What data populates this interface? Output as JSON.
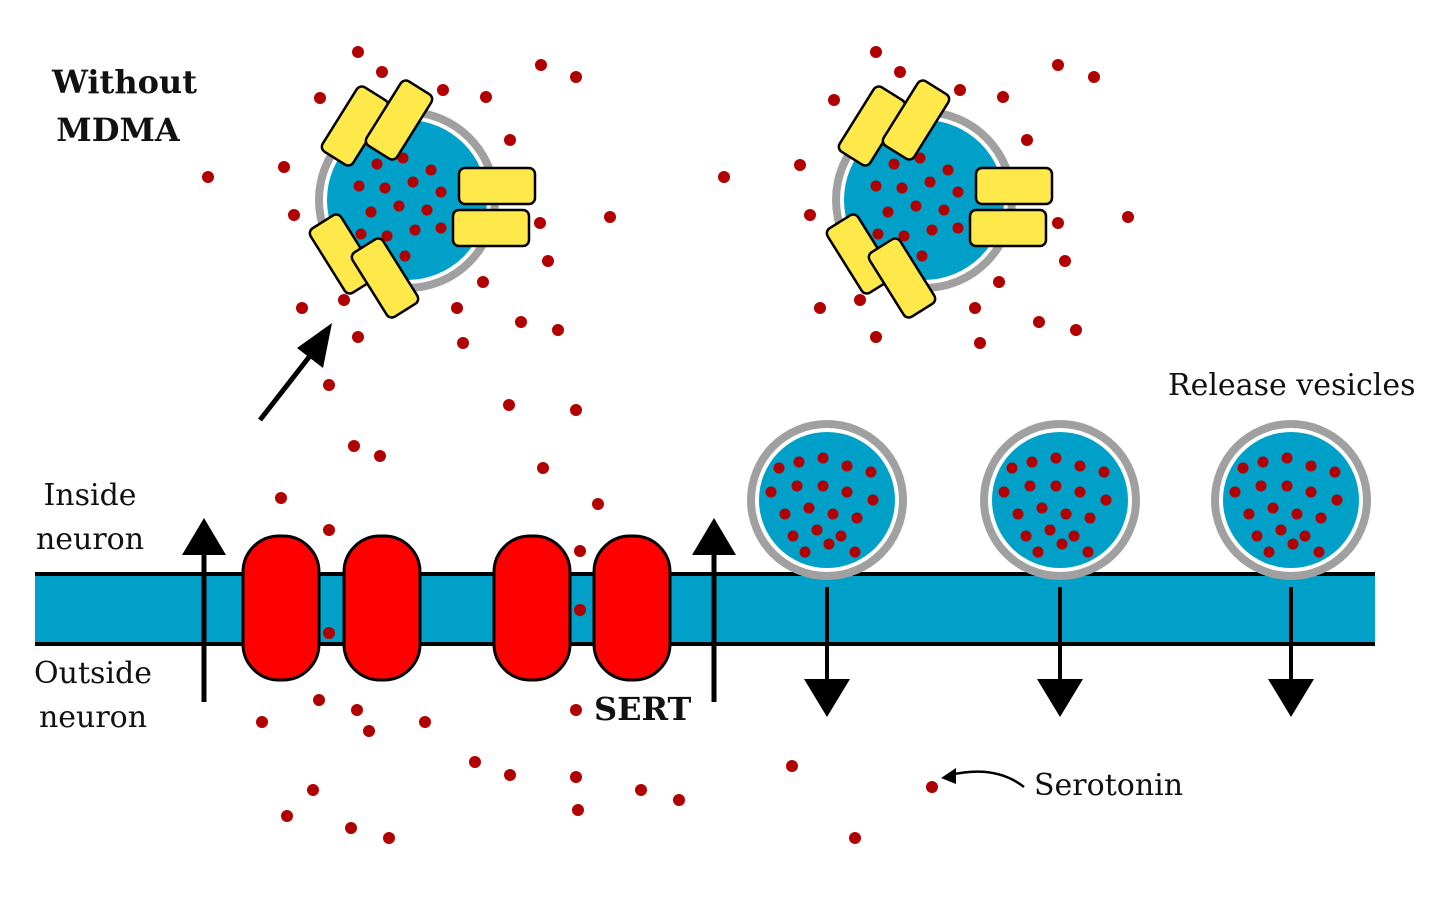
{
  "labels": {
    "without_mdma": "Without\nMDMA",
    "release_vesicles": "Release vesicles",
    "inside_neuron": "Inside\nneuron",
    "outside_neuron": "Outside\nneuron",
    "sert": "SERT",
    "serotonin": "Serotonin"
  },
  "colors": {
    "membrane": "#00a0c8",
    "vesicle_fill": "#00a0c8",
    "vesicle_ring": "#a0a0a0",
    "transporter": "#ff0000",
    "receptor": "#ffe84a",
    "serotonin": "#b00000",
    "outline": "#000000"
  }
}
